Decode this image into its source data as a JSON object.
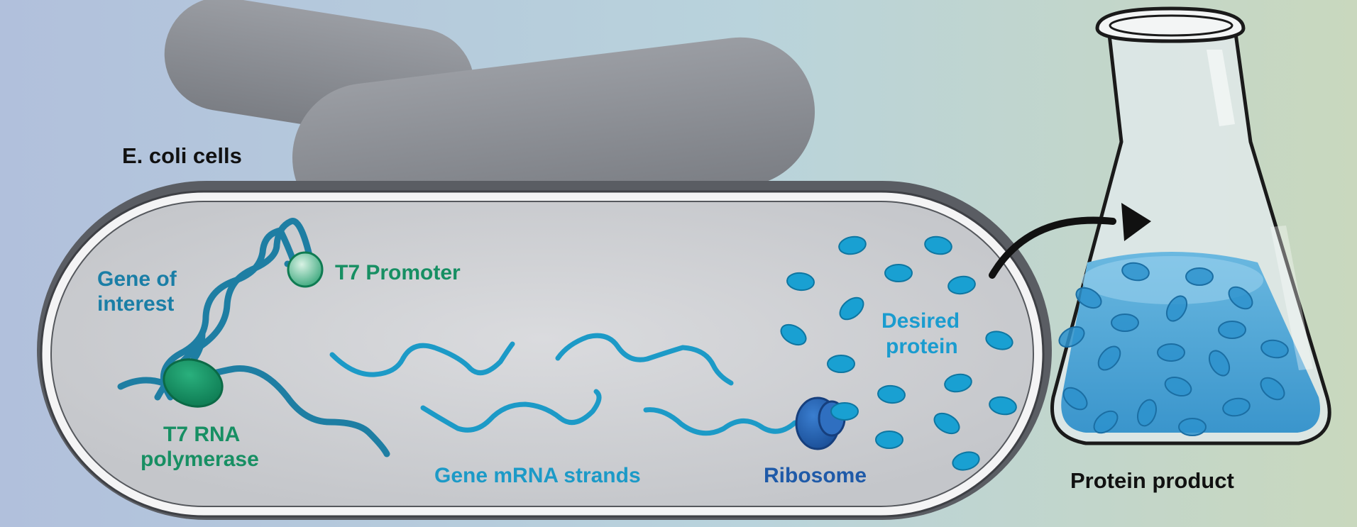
{
  "labels": {
    "ecoli_cells": "E. coli cells",
    "gene_of_interest_line1": "Gene of",
    "gene_of_interest_line2": "interest",
    "t7_promoter": "T7 Promoter",
    "t7_rna_polymerase_line1": "T7 RNA",
    "t7_rna_polymerase_line2": "polymerase",
    "mrna_strands": "Gene mRNA strands",
    "ribosome": "Ribosome",
    "desired_protein_line1": "Desired",
    "desired_protein_line2": "protein",
    "protein_product": "Protein product"
  },
  "colors": {
    "background_left": "#b2c2dc",
    "background_right": "#c8d8be",
    "cell_dark": "#8a8d93",
    "cell_fill": "#cfd0d3",
    "gene_teal": "#1a86a9",
    "promoter_green": "#178f63",
    "mrna_blue": "#1c9ac7",
    "ribosome_blue": "#1f5aa8",
    "protein_blue": "#19a0d2",
    "label_dark": "#111111"
  },
  "icons": {
    "flask": "erlenmeyer-flask-icon",
    "arrow": "curved-arrow-icon"
  }
}
